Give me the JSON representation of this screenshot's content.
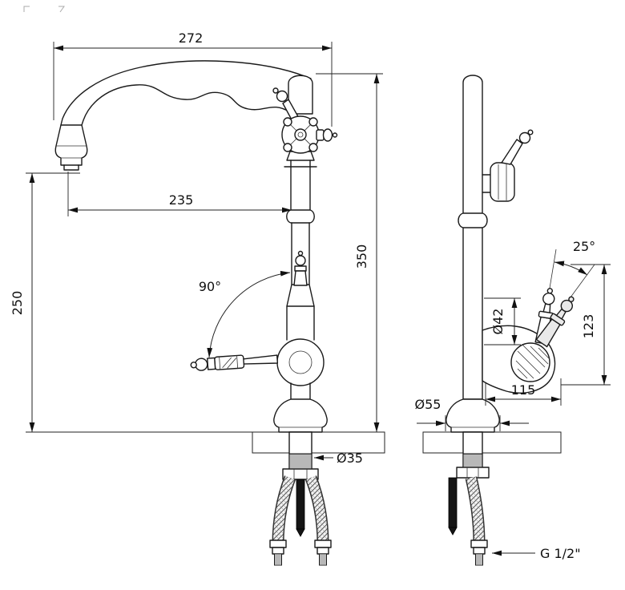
{
  "front_view": {
    "overall_width": "272",
    "spout_reach": "235",
    "spout_height": "250",
    "total_height": "350",
    "handle_swing_angle": "90°",
    "mounting_hole_diameter": "Ø35"
  },
  "side_view": {
    "lever_tilt_angle": "25°",
    "body_diameter": "Ø42",
    "lever_height": "123",
    "body_depth": "115",
    "base_diameter": "Ø55",
    "connection_thread": "G 1/2\""
  }
}
